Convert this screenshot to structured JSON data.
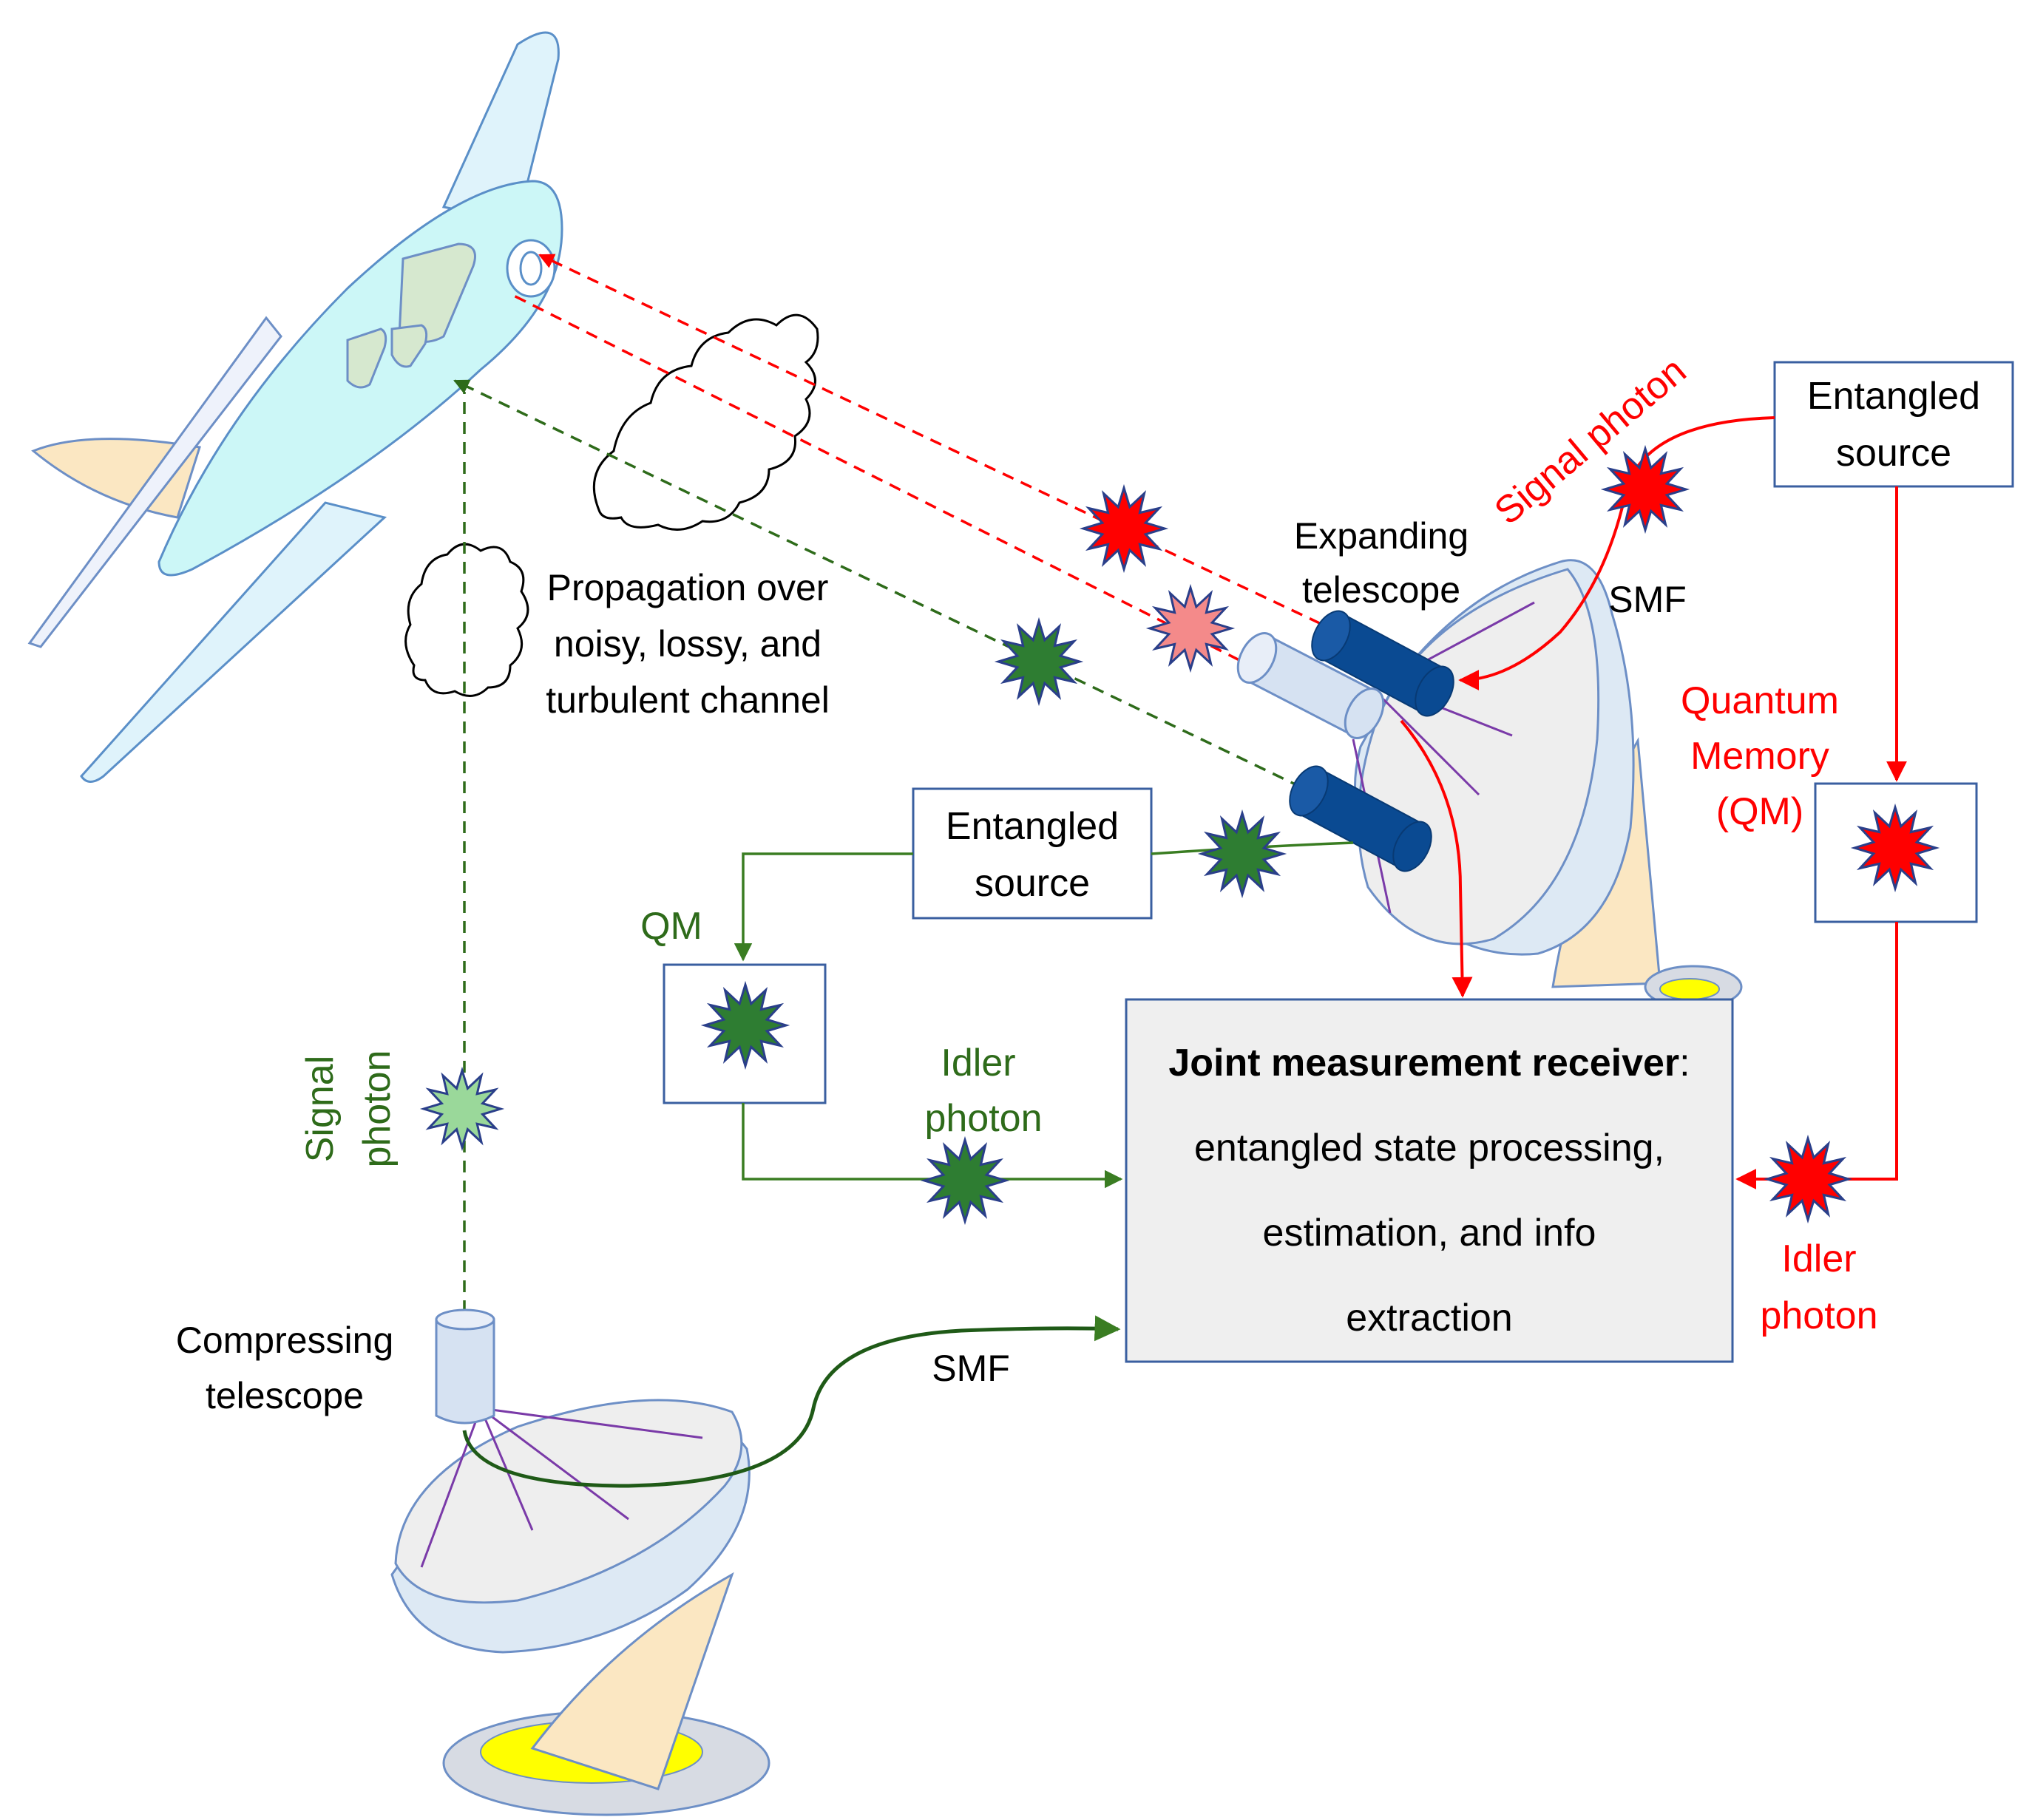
{
  "colors": {
    "red": "#ff0000",
    "dark_green": "#2e6b1a",
    "star_dark_green": "#2e7d32",
    "star_light_green": "#9ad89a",
    "star_pink": "#f48a8a",
    "receiver_fill": "#efefef",
    "box_border": "#3a5fa0",
    "telescope_dark": "#0a4a92",
    "telescope_light": "#d6e2f2",
    "dish_fill": "#e6ecf2",
    "cone_fill": "#fbe7c2",
    "airplane_fill": "#ccf7f7"
  },
  "labels": {
    "propagation": [
      "Propagation over",
      "noisy, lossy, and",
      "turbulent channel"
    ],
    "expanding_telescope": [
      "Expanding",
      "telescope"
    ],
    "compressing_telescope": [
      "Compressing",
      "telescope"
    ],
    "signal_photon_red": "Signal photon",
    "signal_photon_green": [
      "Signal",
      "photon"
    ],
    "smf_top": "SMF",
    "smf_bottom": "SMF",
    "quantum_memory": [
      "Quantum",
      "Memory",
      "(QM)"
    ],
    "qm_green": "QM",
    "idler_photon_green": [
      "Idler",
      "photon"
    ],
    "idler_photon_red": [
      "Idler",
      "photon"
    ]
  },
  "boxes": {
    "entangled_source_right": [
      "Entangled",
      "source"
    ],
    "entangled_source_middle": [
      "Entangled",
      "source"
    ],
    "receiver": {
      "title": "Joint measurement receiver",
      "colon": ":",
      "lines": [
        "entangled state processing,",
        "estimation, and info",
        "extraction"
      ]
    }
  },
  "icons": [
    "airplane-icon",
    "cloud-icon",
    "telescope-icon",
    "dish-antenna-icon",
    "photon-star-icon",
    "quantum-memory-icon"
  ]
}
